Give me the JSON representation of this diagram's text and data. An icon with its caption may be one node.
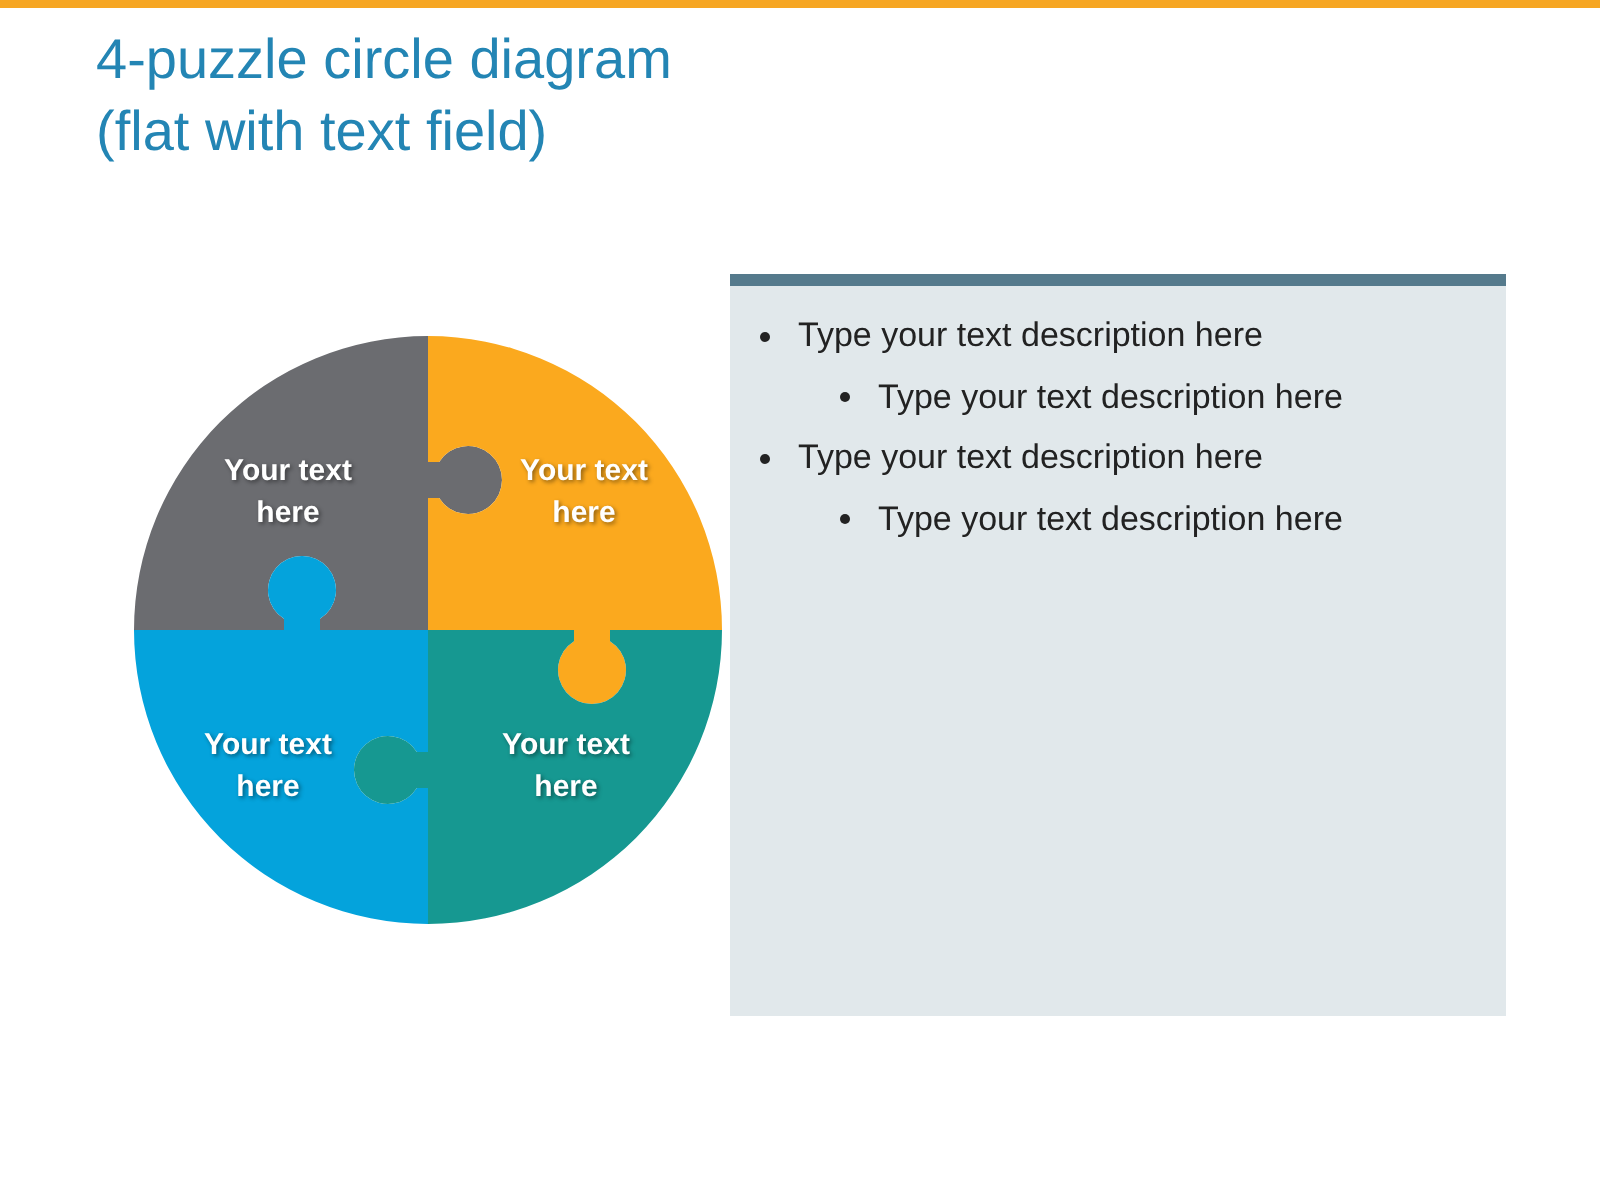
{
  "diagram": {
    "title": "4-puzzle circle diagram (flat with text field)",
    "nodes": [
      {
        "text": [
          "Your text here"
        ]
      },
      {
        "text": [
          "Your text here"
        ]
      },
      {
        "text": [
          "Your text here"
        ]
      },
      {
        "text": [
          "Your text here"
        ]
      },
      {
        "text": [
          "Type your text description here",
          "Type your text description here",
          "Type your text description here",
          "Type your text description here"
        ]
      }
    ]
  }
}
